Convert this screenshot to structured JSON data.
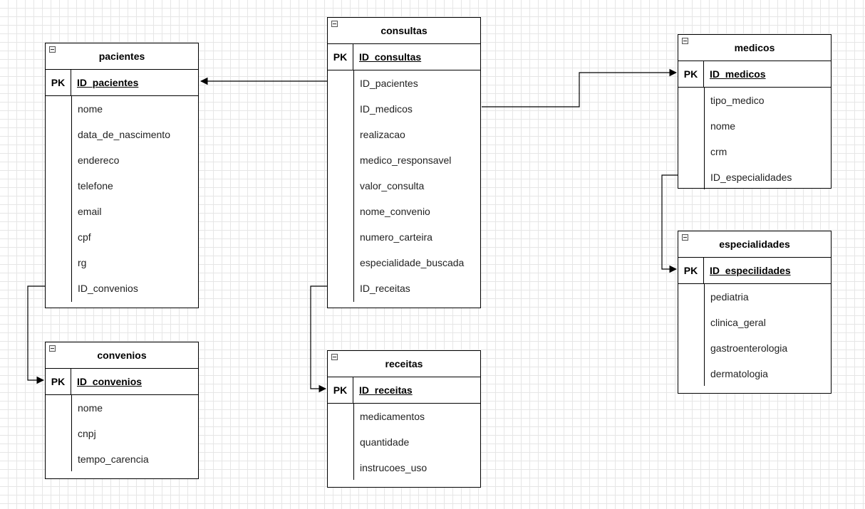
{
  "pk_label": "PK",
  "entities": {
    "pacientes": {
      "title": "pacientes",
      "pk": "ID_pacientes",
      "fields": [
        "nome",
        "data_de_nascimento",
        "endereco",
        "telefone",
        "email",
        "cpf",
        "rg",
        "ID_convenios"
      ]
    },
    "consultas": {
      "title": "consultas",
      "pk": "ID_consultas",
      "fields": [
        "ID_pacientes",
        "ID_medicos",
        "realizacao",
        "medico_responsavel",
        "valor_consulta",
        "nome_convenio",
        "numero_carteira",
        "especialidade_buscada",
        "ID_receitas"
      ]
    },
    "medicos": {
      "title": "medicos",
      "pk": "ID_medicos",
      "fields": [
        "tipo_medico",
        "nome",
        "crm",
        "ID_especialidades"
      ]
    },
    "especialidades": {
      "title": "especialidades",
      "pk": "ID_especilidades",
      "fields": [
        "pediatria",
        "clinica_geral",
        "gastroenterologia",
        "dermatologia"
      ]
    },
    "convenios": {
      "title": "convenios",
      "pk": "ID_convenios",
      "fields": [
        "nome",
        "cnpj",
        "tempo_carencia"
      ]
    },
    "receitas": {
      "title": "receitas",
      "pk": "ID_receitas",
      "fields": [
        "medicamentos",
        "quantidade",
        "instrucoes_uso"
      ]
    }
  },
  "relationships": [
    {
      "from": "consultas.ID_pacientes",
      "to": "pacientes.ID_pacientes"
    },
    {
      "from": "consultas.ID_medicos",
      "to": "medicos.ID_medicos"
    },
    {
      "from": "medicos.ID_especialidades",
      "to": "especialidades.ID_especilidades"
    },
    {
      "from": "pacientes.ID_convenios",
      "to": "convenios.ID_convenios"
    },
    {
      "from": "consultas.ID_receitas",
      "to": "receitas.ID_receitas"
    }
  ]
}
